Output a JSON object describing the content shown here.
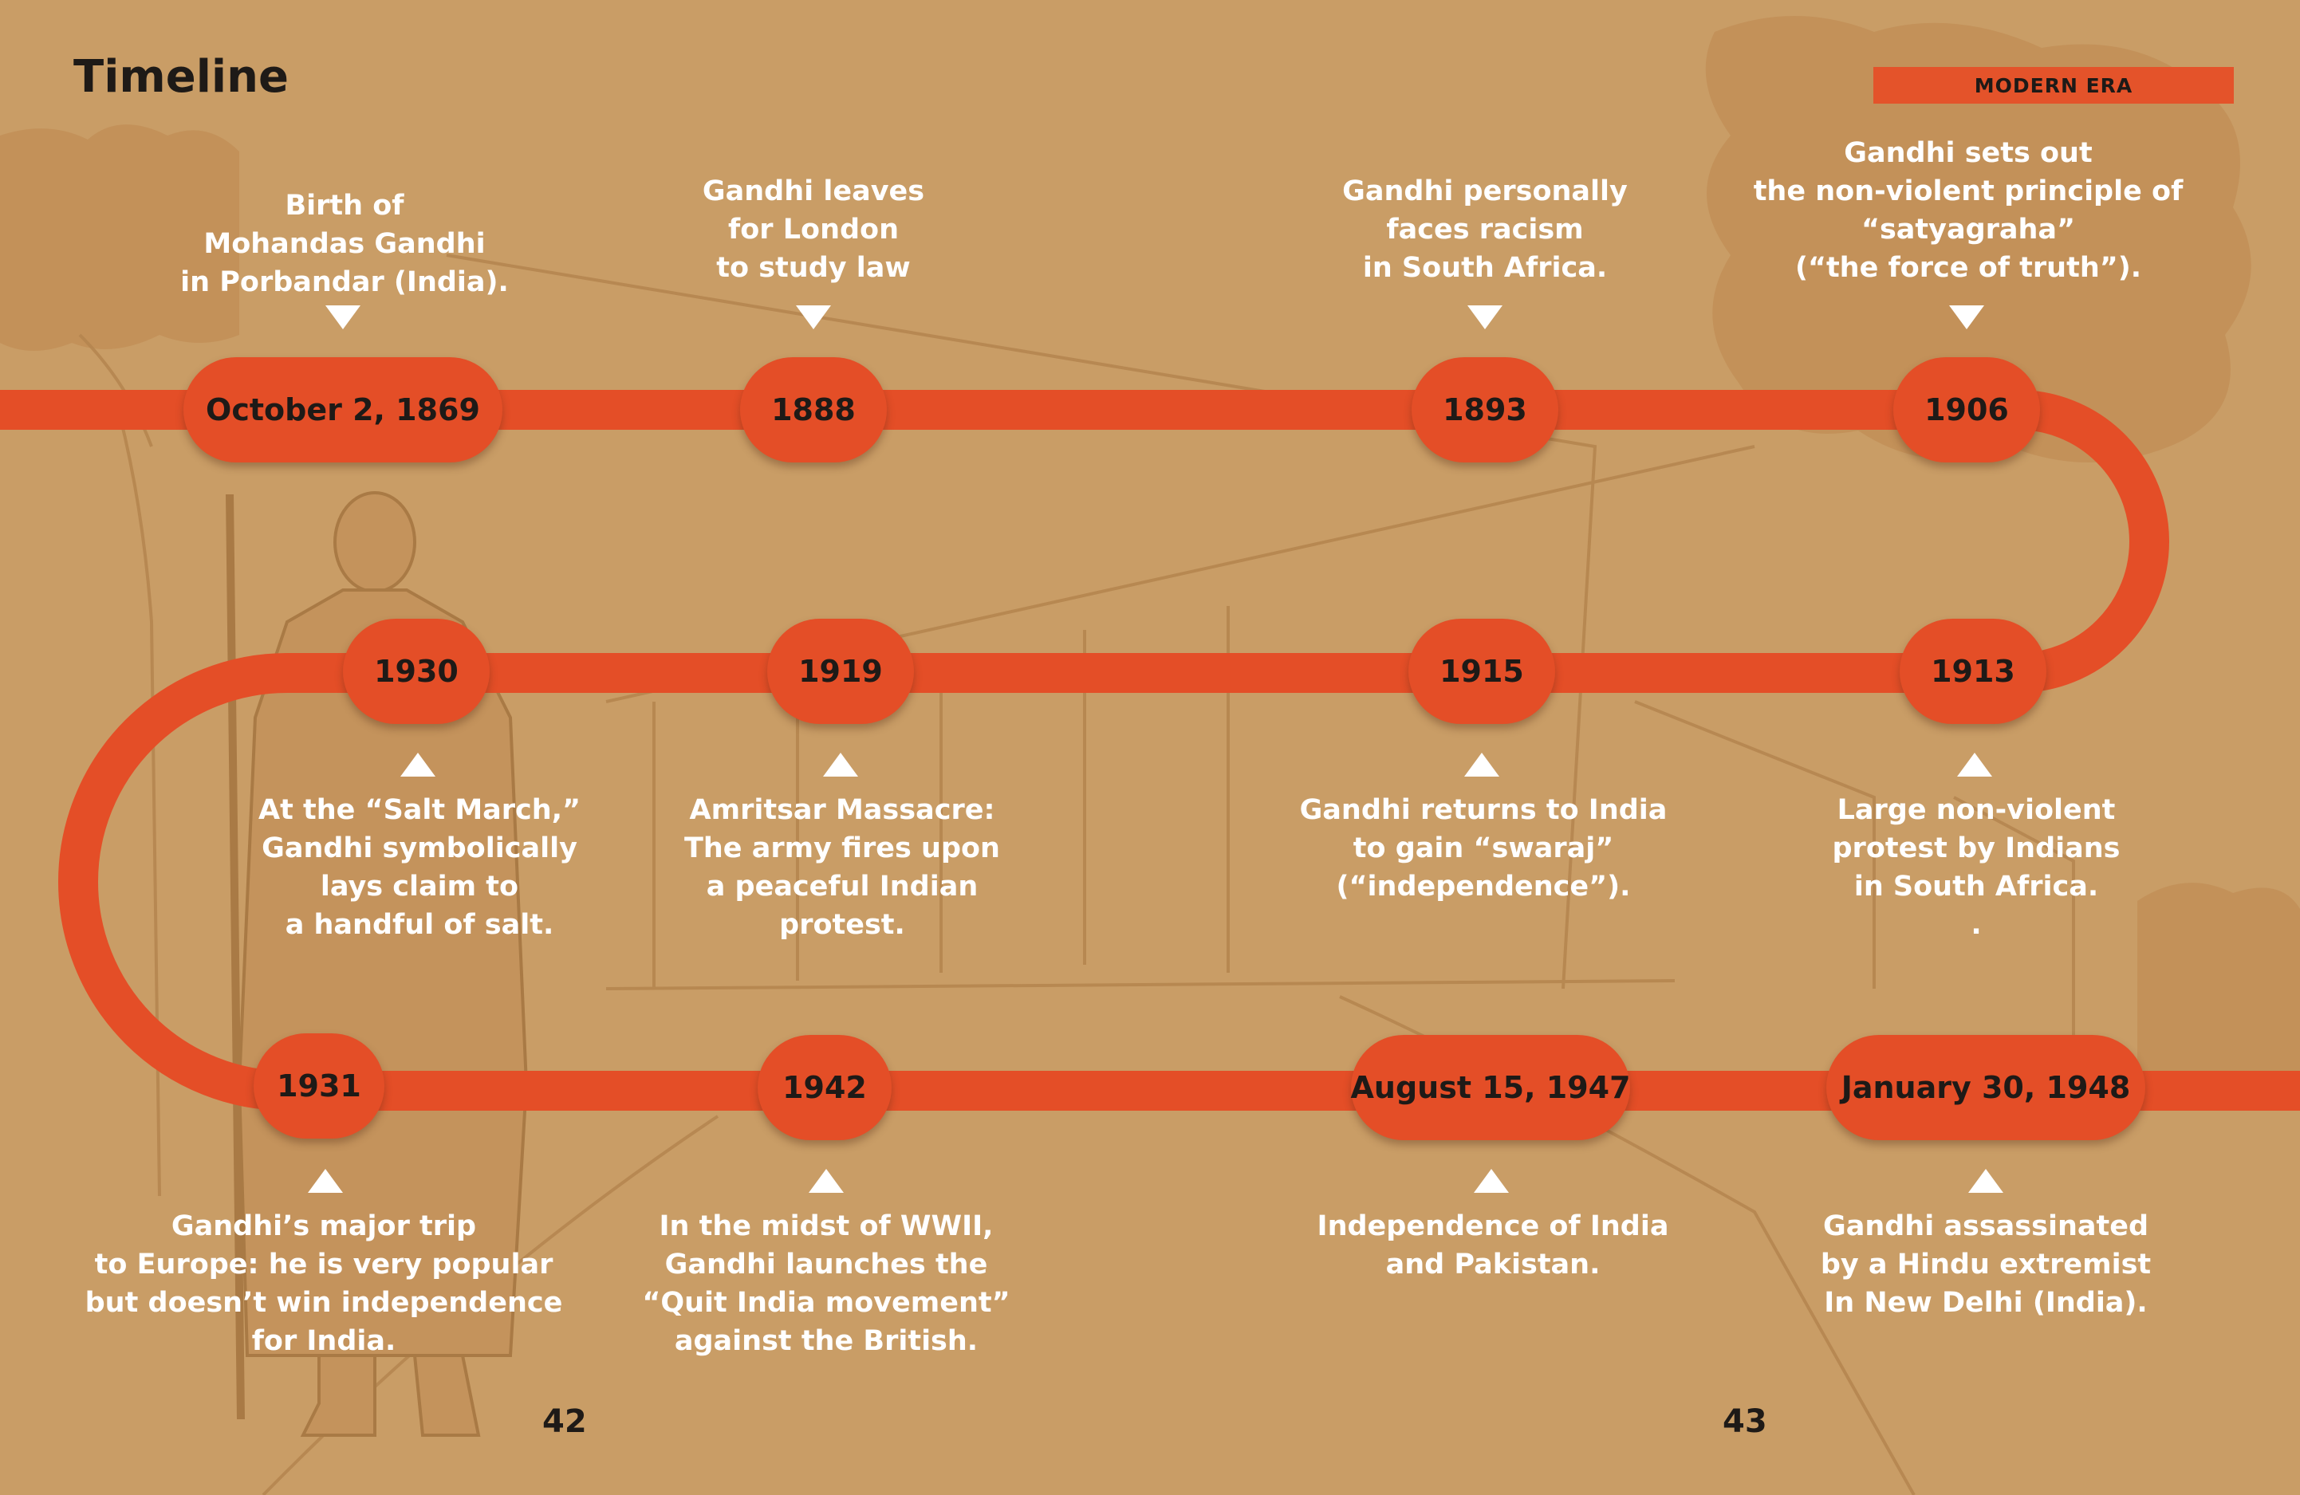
{
  "header": {
    "title": "Timeline",
    "section_label": "MODERN ERA"
  },
  "colors": {
    "accent": "#e44e27",
    "background": "#c99d66",
    "text_dark": "#1e1a17",
    "text_light": "#ffffff"
  },
  "events": [
    {
      "date": "October 2, 1869",
      "description": "Birth of\nMohandas Gandhi\nin Porbandar (India)."
    },
    {
      "date": "1888",
      "description": "Gandhi leaves\nfor London\nto study law"
    },
    {
      "date": "1893",
      "description": "Gandhi personally\nfaces racism\nin South Africa."
    },
    {
      "date": "1906",
      "description": "Gandhi sets out\nthe non-violent principle of\n“satyagraha”\n(“the force of truth”)."
    },
    {
      "date": "1913",
      "description": "Large non-violent\nprotest by Indians\nin South Africa.\n."
    },
    {
      "date": "1915",
      "description": "Gandhi returns to India\nto gain “swaraj”\n(“independence”)."
    },
    {
      "date": "1919",
      "description": "Amritsar Massacre:\nThe army fires upon\na peaceful Indian\nprotest."
    },
    {
      "date": "1930",
      "description": "At the “Salt March,”\nGandhi symbolically\nlays claim to\na handful of salt."
    },
    {
      "date": "1931",
      "description": "Gandhi’s major trip\nto Europe: he is very popular\nbut doesn’t win independence\nfor India."
    },
    {
      "date": "1942",
      "description": "In the midst of WWII,\nGandhi launches the\n“Quit India movement”\nagainst the British."
    },
    {
      "date": "August 15, 1947",
      "description": "Independence of India\nand Pakistan."
    },
    {
      "date": "January 30, 1948",
      "description": "Gandhi assassinated\nby a Hindu extremist\nIn New Delhi (India)."
    }
  ],
  "page_numbers": {
    "left": "42",
    "right": "43"
  }
}
